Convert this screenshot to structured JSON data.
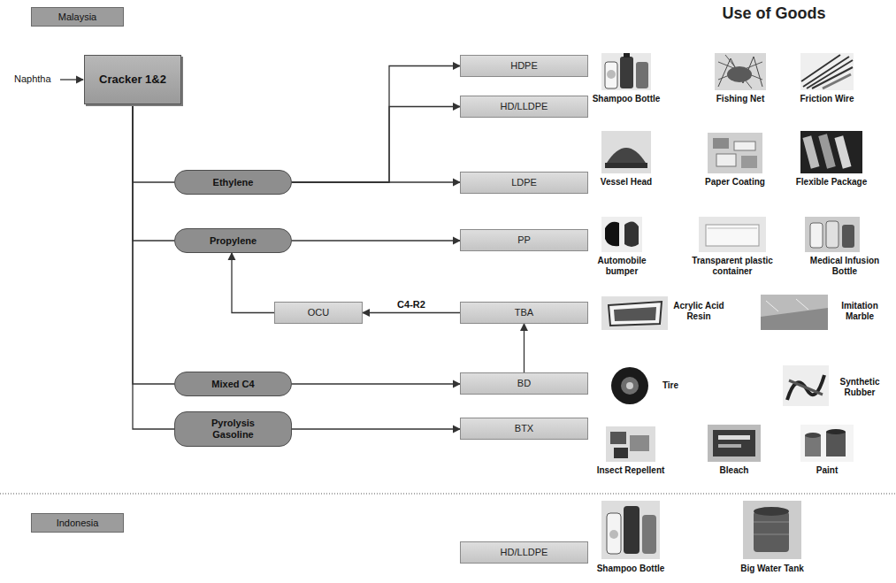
{
  "diagram": {
    "nodes": [
      {
        "text": [
          "Malaysia"
        ]
      },
      {
        "text": [
          "Cracker 1&2"
        ]
      },
      {
        "text": [
          "Ethylene"
        ]
      },
      {
        "text": [
          "Propylene"
        ]
      },
      {
        "text": [
          "Mixed C4"
        ]
      },
      {
        "text": [
          "Pyrolysis Gasoline"
        ]
      },
      {
        "text": [
          "HDPE"
        ]
      },
      {
        "text": [
          "HD/LLDPE"
        ]
      },
      {
        "text": [
          "LDPE"
        ]
      },
      {
        "text": [
          "PP"
        ]
      },
      {
        "text": [
          "OCU"
        ]
      },
      {
        "text": [
          "TBA"
        ]
      },
      {
        "text": [
          "BD"
        ]
      },
      {
        "text": [
          "BTX"
        ]
      },
      {
        "text": [
          "Indonesia"
        ]
      },
      {
        "text": [
          "HD/LLDPE"
        ]
      }
    ],
    "edges": [
      {
        "from": 1,
        "to": 2,
        "arrow": "none"
      },
      {
        "from": 1,
        "to": 3,
        "arrow": "none"
      },
      {
        "from": 1,
        "to": 4,
        "arrow": "none"
      },
      {
        "from": 1,
        "to": 5,
        "arrow": "none"
      },
      {
        "from": 2,
        "to": 6,
        "arrow": "to"
      },
      {
        "from": 2,
        "to": 7,
        "arrow": "to"
      },
      {
        "from": 2,
        "to": 8,
        "arrow": "to"
      },
      {
        "from": 3,
        "to": 9,
        "arrow": "to"
      },
      {
        "from": 12,
        "to": 11,
        "arrow": "to"
      },
      {
        "from": 11,
        "to": 10,
        "arrow": "to",
        "label": "C4-R2"
      },
      {
        "from": 10,
        "to": 3,
        "arrow": "to"
      },
      {
        "from": 4,
        "to": 12,
        "arrow": "to"
      },
      {
        "from": 5,
        "to": 13,
        "arrow": "to"
      }
    ],
    "labels": [
      "Use of Goods",
      "Naphtha",
      "Shampoo Bottle",
      "Fishing Net",
      "Friction Wire",
      "Vessel Head",
      "Paper Coating",
      "Flexible Package",
      "Automobile bumper",
      "Transparent plastic container",
      "Medical Infusion Bottle",
      "Acrylic Acid Resin",
      "Imitation Marble",
      "Tire",
      "Synthetic Rubber",
      "Insect Repellent",
      "Bleach",
      "Paint",
      "Shampoo Bottle",
      "Big Water Tank"
    ]
  }
}
